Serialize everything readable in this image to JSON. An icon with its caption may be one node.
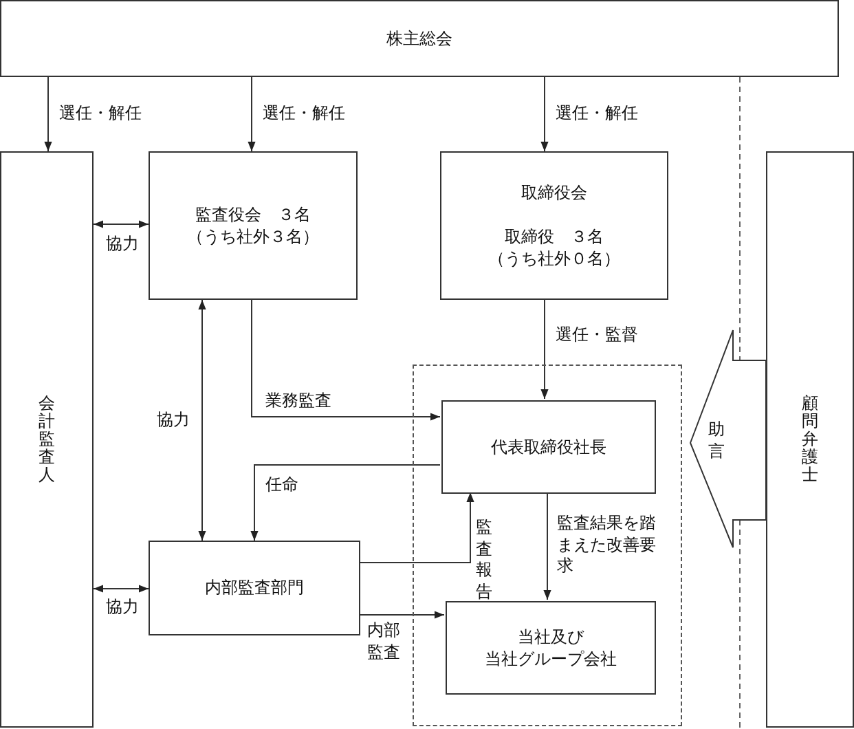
{
  "diagram": {
    "nodes": [
      {
        "text": [
          "株主総会"
        ]
      },
      {
        "text": [
          "会計監査人"
        ]
      },
      {
        "text": [
          "監査役会　３名",
          "（うち社外３名）"
        ]
      },
      {
        "text": [
          "取締役会",
          "取締役　３名",
          "（うち社外０名）"
        ]
      },
      {
        "text": [],
        "shape": "box"
      },
      {
        "text": [
          "代表取締役社長"
        ],
        "in": 4
      },
      {
        "text": [
          "内部監査部門"
        ]
      },
      {
        "text": [
          "当社及び",
          "当社グループ会社"
        ],
        "in": 4
      },
      {
        "text": [
          "顧問弁護士"
        ]
      }
    ],
    "edges": [
      {
        "from": 0,
        "to": 1,
        "arrow": "to",
        "label": "選任・解任"
      },
      {
        "from": 0,
        "to": 2,
        "arrow": "to",
        "label": "選任・解任"
      },
      {
        "from": 0,
        "to": 3,
        "arrow": "to",
        "label": "選任・解任"
      },
      {
        "from": 2,
        "to": 1,
        "arrow": "both",
        "label": "協力"
      },
      {
        "from": 2,
        "to": 6,
        "arrow": "both",
        "label": "協力"
      },
      {
        "from": 2,
        "to": 5,
        "arrow": "to",
        "label": "業務監査"
      },
      {
        "from": 3,
        "to": 5,
        "arrow": "to",
        "label": "選任・監督"
      },
      {
        "from": 5,
        "to": 6,
        "arrow": "to",
        "label": "任命"
      },
      {
        "from": 6,
        "to": 5,
        "arrow": "to",
        "label": "監査報告"
      },
      {
        "from": 5,
        "to": 7,
        "arrow": "to",
        "label": "監査結果を踏まえた改善要求"
      },
      {
        "from": 6,
        "to": 1,
        "arrow": "both",
        "label": "協力"
      },
      {
        "from": 6,
        "to": 7,
        "arrow": "to",
        "label": "内部監査"
      },
      {
        "from": 8,
        "to": 4,
        "arrow": "to",
        "label": "助言"
      }
    ]
  }
}
